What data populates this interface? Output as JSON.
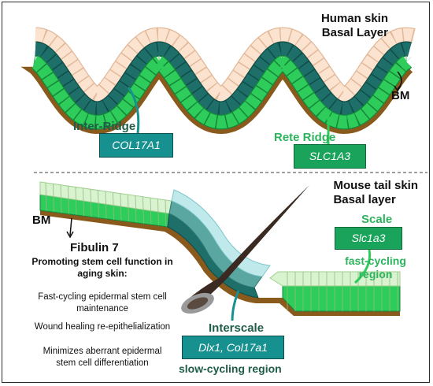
{
  "human": {
    "title_line1": "Human skin",
    "title_line2": "Basal Layer",
    "bm_label": "BM",
    "inter_ridge": {
      "label": "Inter-Ridge",
      "gene": "COL17A1"
    },
    "rete_ridge": {
      "label": "Rete Ridge",
      "gene": "SLC1A3"
    }
  },
  "mouse": {
    "title_line1": "Mouse tail skin",
    "title_line2": "Basal layer",
    "bm_label": "BM",
    "scale": {
      "label": "Scale",
      "gene": "Slc1a3",
      "note_line1": "fast-cycling",
      "note_line2": "region"
    },
    "interscale": {
      "label": "Interscale",
      "gene": "Dlx1, Col17a1",
      "note": "slow-cycling region"
    }
  },
  "fibulin": {
    "title": "Fibulin 7",
    "subtitle_line1": "Promoting stem cell function in",
    "subtitle_line2": "aging skin:",
    "items": [
      {
        "line1": "Fast-cycling epidermal stem cell",
        "line2": "maintenance"
      },
      {
        "line1": "Wound healing re-epithelialization",
        "line2": ""
      },
      {
        "line1": "Minimizes aberrant epidermal",
        "line2": "stem cell differentiation"
      }
    ]
  },
  "colors": {
    "peach_cell": "#fbe3cf",
    "dark_teal_cell": "#1e6f6a",
    "bright_green_cell": "#2ecc5a",
    "light_green_cell": "#d9f2d0",
    "pale_blue_cell": "#bfe9ea",
    "dermis_brown": "#8a5a1c",
    "label_teal": "#17918f",
    "label_green": "#1aa35a",
    "text_dark_green": "#1f5d47",
    "text_green": "#2db35d"
  }
}
